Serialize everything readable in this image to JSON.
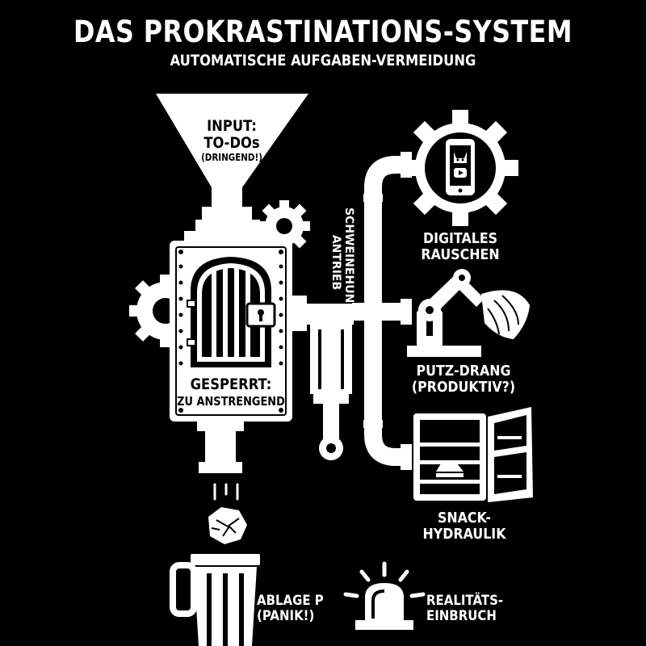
{
  "header": {
    "title": "DAS PROKRASTINATIONS-SYSTEM",
    "subtitle": "AUTOMATISCHE AUFGABEN-VERMEIDUNG"
  },
  "funnel": {
    "line1": "INPUT:",
    "line2": "TO-DOs",
    "line3": "(DRINGEND!)"
  },
  "machine": {
    "locked_line1": "GESPERRT:",
    "locked_line2": "ZU ANSTRENGEND"
  },
  "drive": {
    "line1": "SCHWEINEHUND-",
    "line2": "ANTRIEB"
  },
  "outputs": {
    "digital_line1": "DIGITALES",
    "digital_line2": "RAUSCHEN",
    "cleaning_line1": "PUTZ-DRANG",
    "cleaning_line2": "(PRODUKTIV?)",
    "snack_line1": "SNACK-",
    "snack_line2": "HYDRAULIK"
  },
  "bottom": {
    "trash_line1": "ABLAGE P",
    "trash_line2": "(PANIK!)",
    "reality_line1": "REALITÄTS-",
    "reality_line2": "EINBRUCH"
  },
  "colors": {
    "background": "#000000",
    "ink": "#ffffff"
  }
}
